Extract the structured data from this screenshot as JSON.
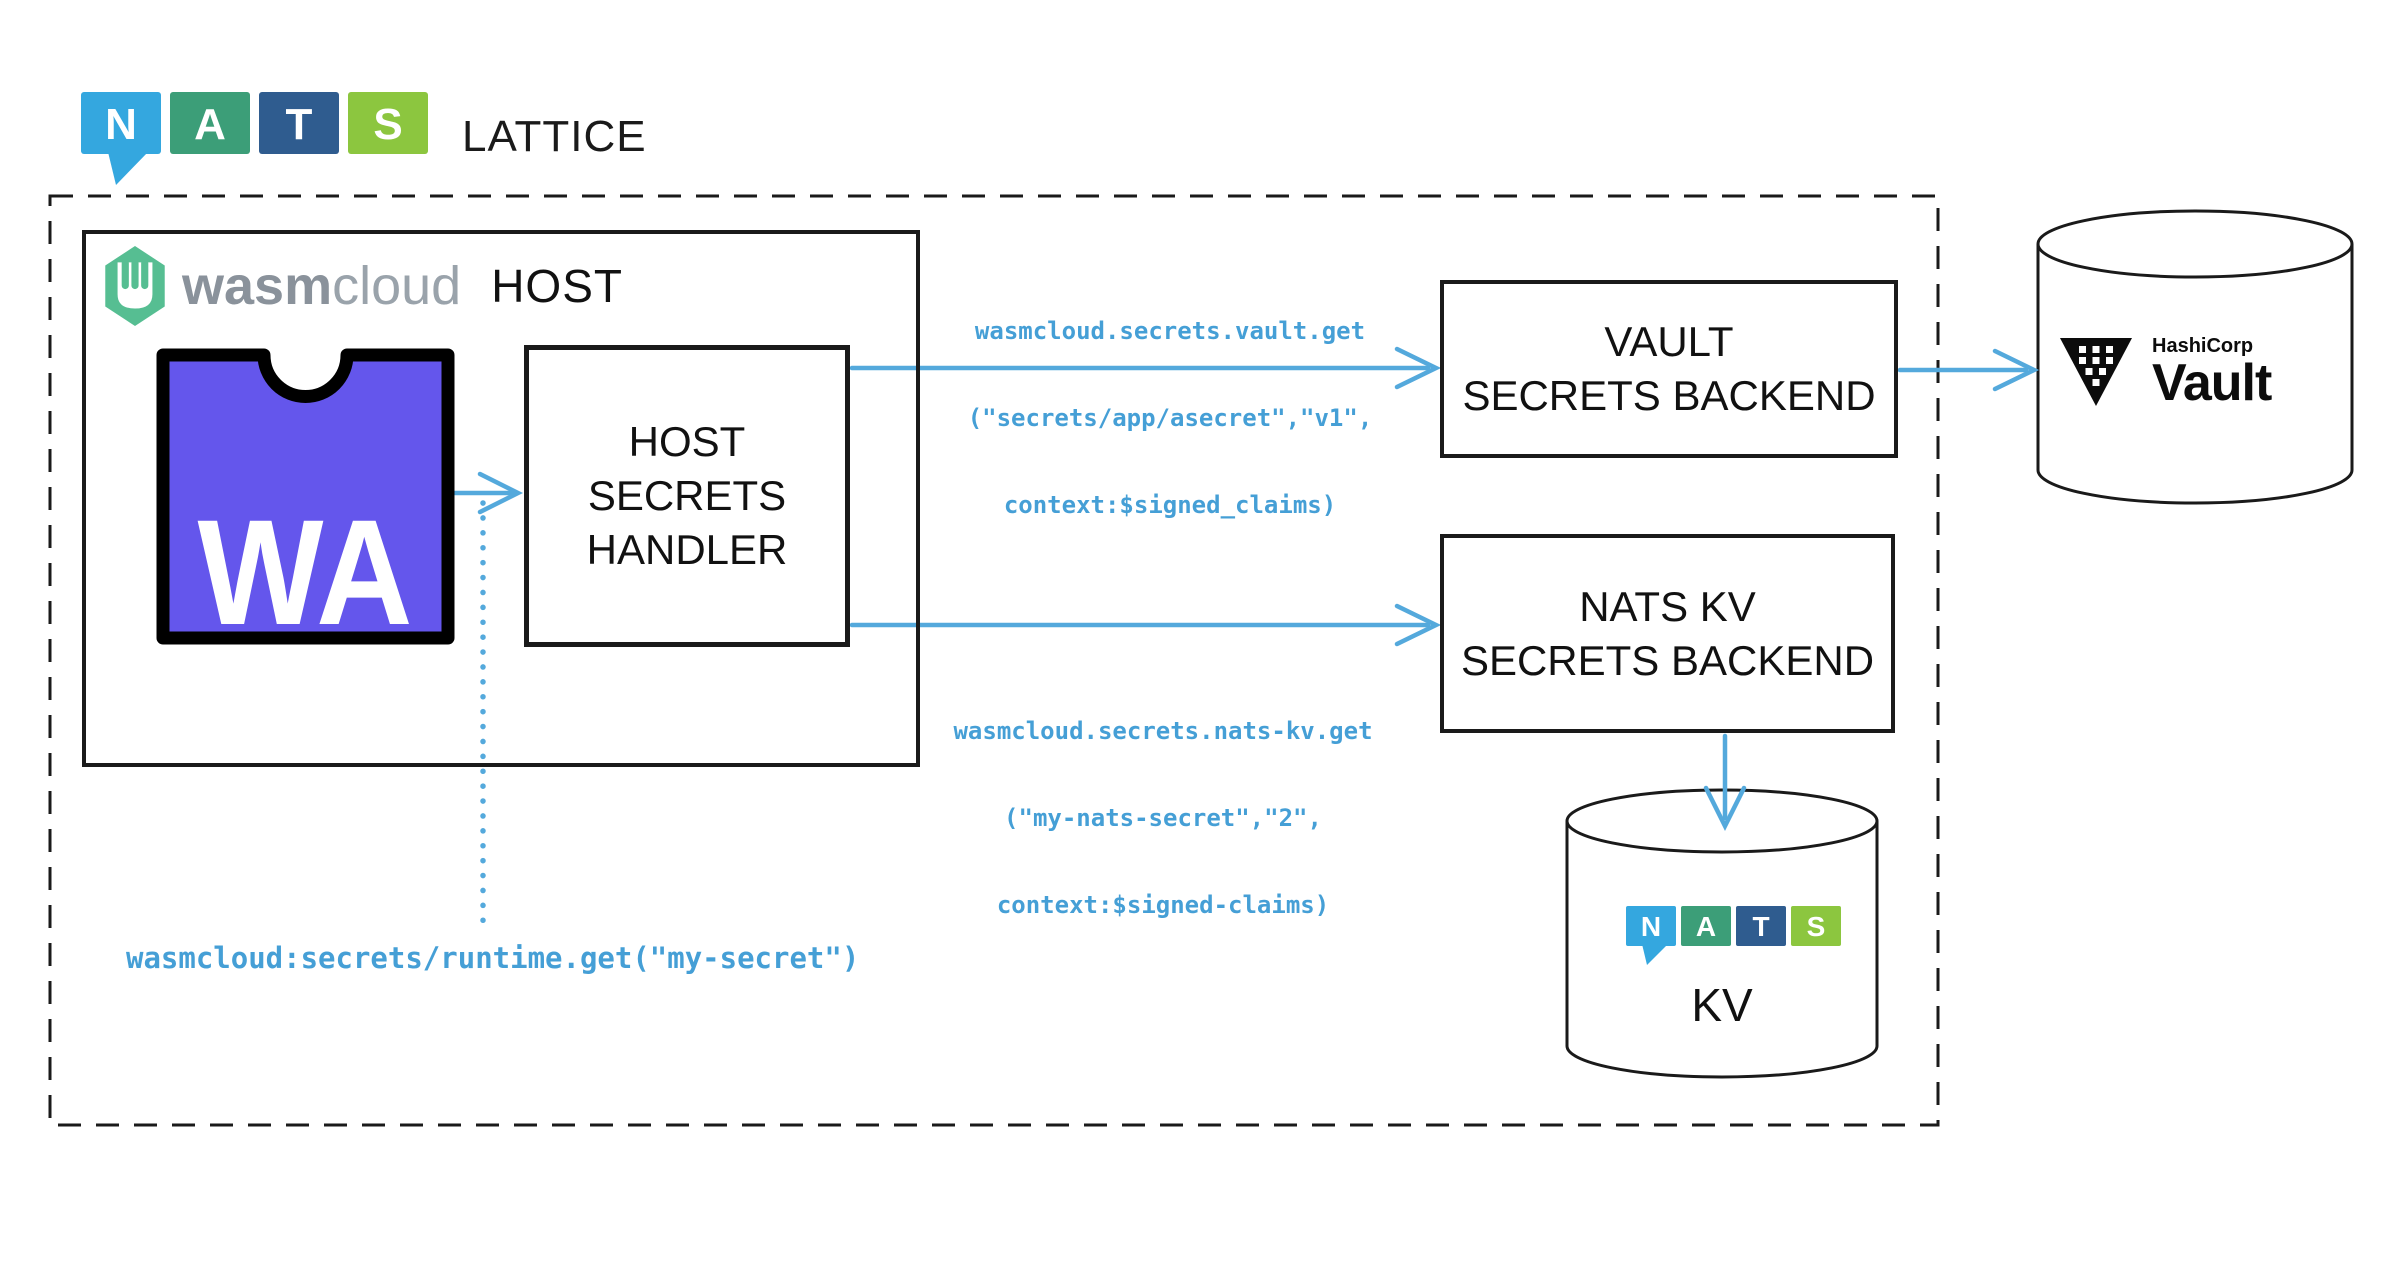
{
  "nats_letters": [
    "N",
    "A",
    "T",
    "S"
  ],
  "header": {
    "lattice_label": "LATTICE"
  },
  "host": {
    "brand_bold": "wasm",
    "brand_light": "cloud",
    "title": "HOST",
    "component_label": "WA",
    "handler_lines": [
      "HOST",
      "SECRETS",
      "HANDLER"
    ]
  },
  "calls": {
    "vault": [
      "wasmcloud.secrets.vault.get",
      "(\"secrets/app/asecret\",\"v1\",",
      "context:$signed_claims)"
    ],
    "nats_kv": [
      "wasmcloud.secrets.nats-kv.get",
      "(\"my-nats-secret\",\"2\",",
      "context:$signed-claims)"
    ],
    "runtime": "wasmcloud:secrets/runtime.get(\"my-secret\")"
  },
  "backends": {
    "vault_lines": [
      "VAULT",
      "SECRETS BACKEND"
    ],
    "nats_kv_lines": [
      "NATS KV",
      "SECRETS BACKEND"
    ]
  },
  "stores": {
    "vault_brand": "HashiCorp",
    "vault_name": "Vault",
    "kv_label": "KV"
  },
  "colors": {
    "arrow_blue": "#54A9DC",
    "code_blue": "#459FD6",
    "wasm_purple": "#6456EC",
    "wasmcloud_green": "#56BE92",
    "nats_blue": "#34A7DF",
    "nats_green": "#3C9E78",
    "nats_navy": "#2F5C8F",
    "nats_lime": "#8CC63F",
    "ink": "#1a1a1a"
  }
}
